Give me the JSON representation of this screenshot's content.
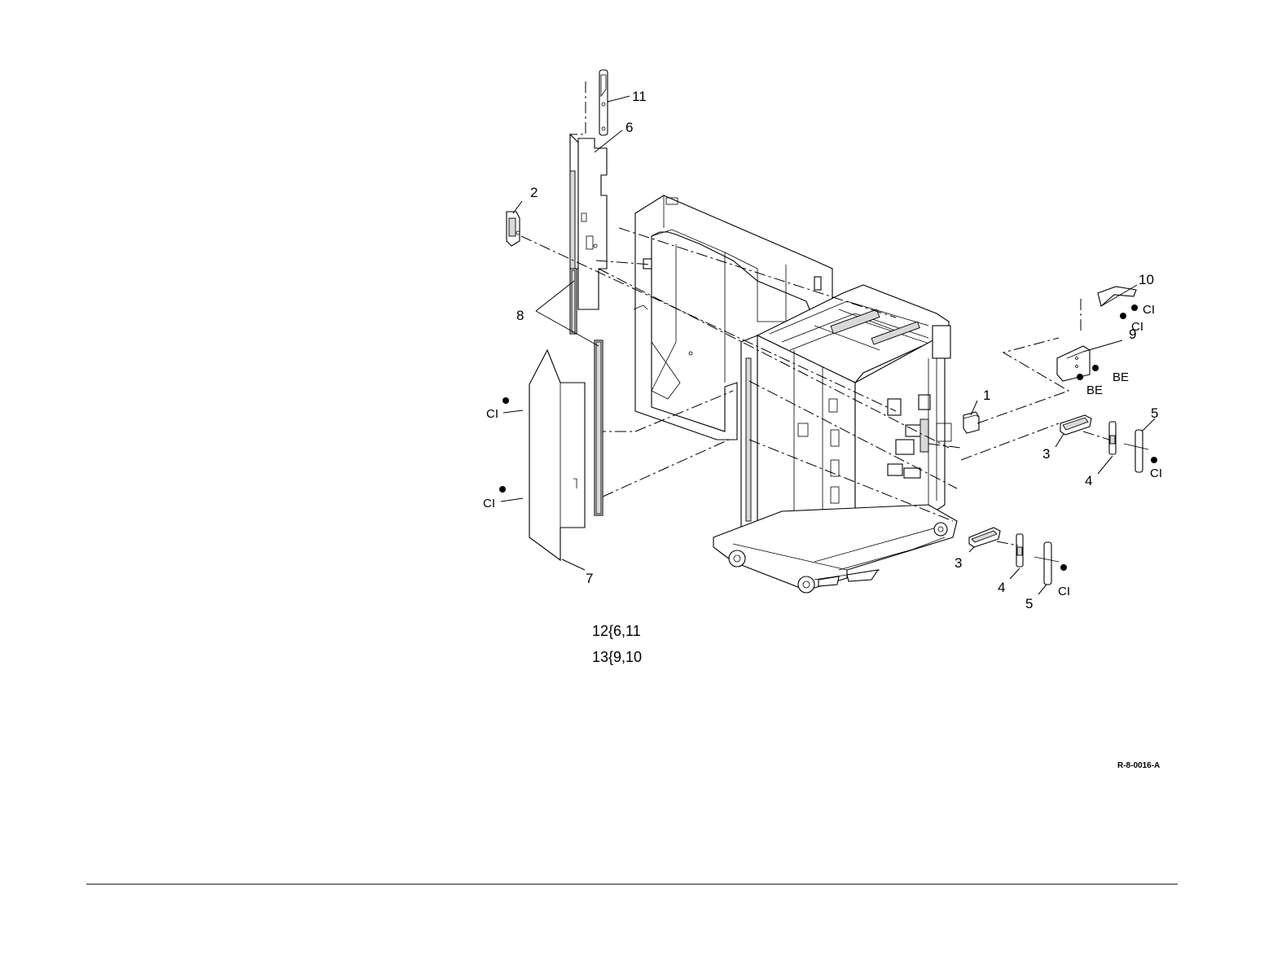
{
  "callouts": {
    "c1": "1",
    "c2": "2",
    "c3a": "3",
    "c3b": "3",
    "c4a": "4",
    "c4b": "4",
    "c5a": "5",
    "c5b": "5",
    "c6": "6",
    "c7": "7",
    "c8": "8",
    "c9": "9",
    "c10": "10",
    "c11": "11"
  },
  "fasteners": {
    "ci_left_upper": "CI",
    "ci_left_lower": "CI",
    "ci_top_a": "CI",
    "ci_top_b": "CI",
    "be_a": "BE",
    "be_b": "BE",
    "ci_right_mid": "CI",
    "ci_right_low": "CI"
  },
  "groupings": {
    "g12": "12{6,11",
    "g13": "13{9,10"
  },
  "figure_ref": "R-8-0016-A",
  "colors": {
    "line": "#000000",
    "fill_gray": "#d8d8d8",
    "background": "#ffffff"
  }
}
